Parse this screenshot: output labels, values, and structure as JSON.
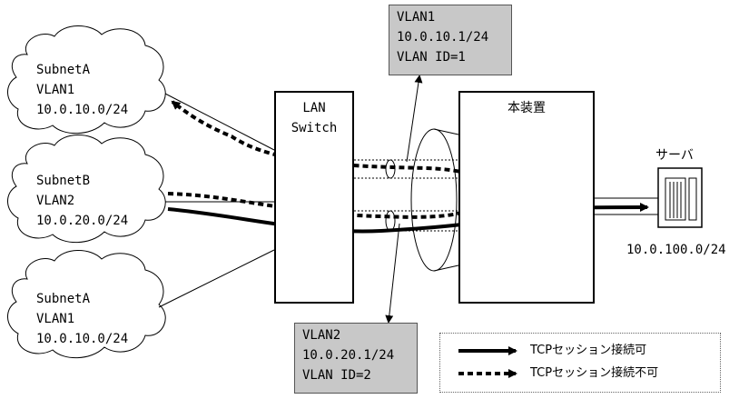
{
  "clouds": [
    {
      "id": "top",
      "lines": [
        "SubnetA",
        "VLAN1",
        "10.0.10.0/24"
      ]
    },
    {
      "id": "mid",
      "lines": [
        "SubnetB",
        "VLAN2",
        "10.0.20.0/24"
      ]
    },
    {
      "id": "bot",
      "lines": [
        "SubnetA",
        "VLAN1",
        "10.0.10.0/24"
      ]
    }
  ],
  "lan_switch": {
    "lines": [
      "LAN",
      "Switch"
    ]
  },
  "device": {
    "label": "本装置"
  },
  "server": {
    "label": "サーバ",
    "subnet": "10.0.100.0/24"
  },
  "vlan_callouts": [
    {
      "id": "vlan1",
      "lines": [
        "VLAN1",
        "10.0.10.1/24",
        "VLAN ID=1"
      ]
    },
    {
      "id": "vlan2",
      "lines": [
        "VLAN2",
        "10.0.20.1/24",
        "VLAN ID=2"
      ]
    }
  ],
  "legend": [
    {
      "style": "solid",
      "label": "TCPセッション接続可"
    },
    {
      "style": "dotted",
      "label": "TCPセッション接続不可"
    }
  ],
  "colors": {
    "line": "#000000",
    "callout_fill": "#c8c8c8",
    "background": "#ffffff"
  }
}
